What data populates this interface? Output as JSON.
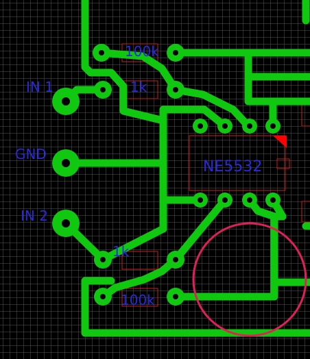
{
  "colors": {
    "background": "#000000",
    "grid": "#5a5a5a",
    "trace": "#11c811",
    "outline": "#cc1e1e",
    "label": "#2a2ad8",
    "circle": "#e0205a",
    "pin1_marker": "#ff0000"
  },
  "labels": {
    "in1": "IN 1",
    "gnd": "GND",
    "in2": "IN 2",
    "chip": "NE5532",
    "r_top_100k": "100k",
    "r_top_1k": "1k",
    "r_bot_1k": "1k",
    "r_bot_100k": "100k"
  }
}
